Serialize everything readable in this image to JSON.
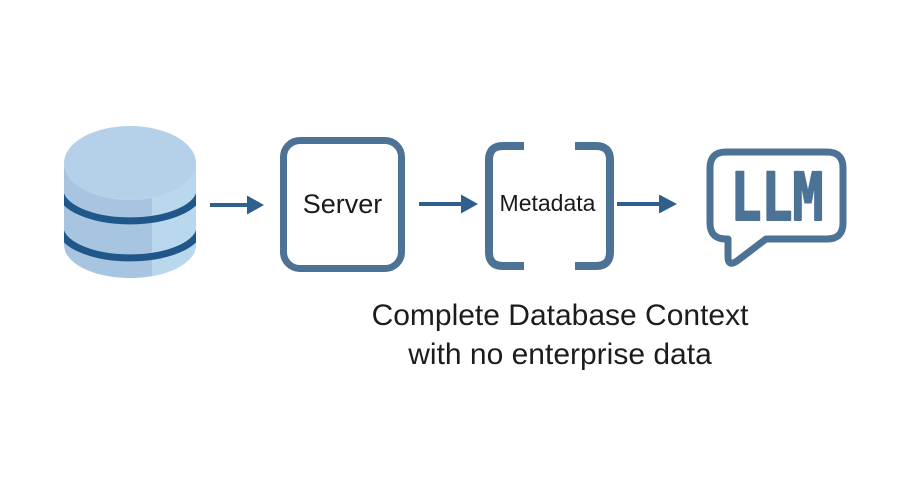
{
  "colors": {
    "outline": "#4c7296",
    "arrow": "#2e5f8d",
    "db_top": "#b4d1e9",
    "db_body": "#a7c4e0",
    "db_body_highlight": "#b9d8ee",
    "db_stripe": "#1e5788",
    "text": "#1c1c1c",
    "background": "#ffffff"
  },
  "icons": {
    "database": "database-cylinder-icon",
    "arrow": "right-arrow-icon",
    "llm_bubble": "speech-bubble-icon"
  },
  "diagram": {
    "database": {
      "icon_name": "database-cylinder-icon"
    },
    "server": {
      "label": "Server"
    },
    "metadata": {
      "label": "Metadata"
    },
    "llm": {
      "label": "LLM"
    },
    "caption": {
      "line1": "Complete Database Context",
      "line2": "with no enterprise data"
    }
  }
}
